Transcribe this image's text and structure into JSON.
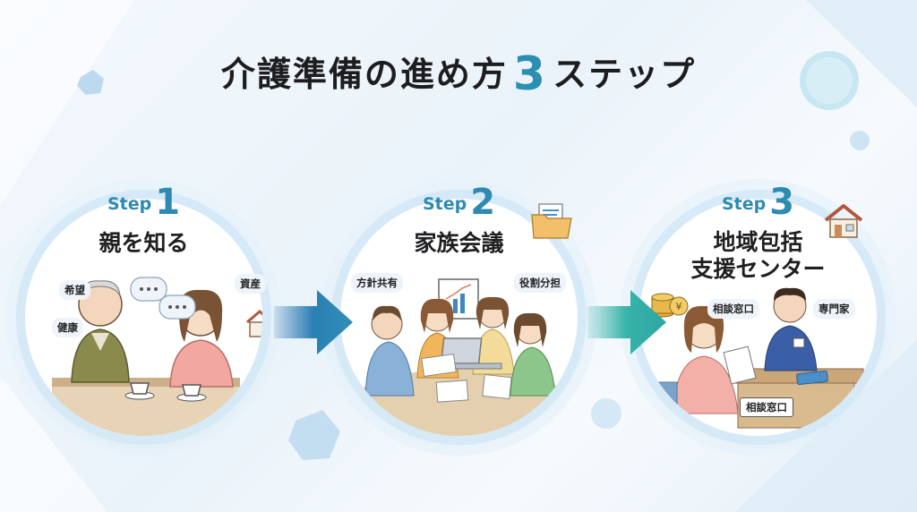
{
  "title": {
    "before": "介護準備の進め方",
    "number": "3",
    "after": "ステップ"
  },
  "steps": [
    {
      "word": "Step",
      "digit": "1",
      "heading": "親を知る",
      "labels": [
        "希望",
        "健康",
        "資産"
      ],
      "icons": [
        "speech-bubble-icon",
        "house-icon",
        "tea-cup-icon"
      ]
    },
    {
      "word": "Step",
      "digit": "2",
      "heading": "家族会議",
      "labels": [
        "方針共有",
        "役割分担"
      ],
      "icons": [
        "folder-icon",
        "chart-board-icon",
        "laptop-icon"
      ]
    },
    {
      "word": "Step",
      "digit": "3",
      "heading_line1": "地域包括",
      "heading_line2": "支援センター",
      "labels": [
        "相談窓口",
        "専門家"
      ],
      "desk_sign": "相談窓口",
      "icons": [
        "house-icon",
        "coins-icon",
        "tablet-icon"
      ]
    }
  ],
  "colors": {
    "accent": "#2f8ab2",
    "arrow_start": "#2b6fb0",
    "arrow_end": "#36b3a8",
    "circle_ring": "#d2e8f7",
    "text": "#1f1f22"
  }
}
